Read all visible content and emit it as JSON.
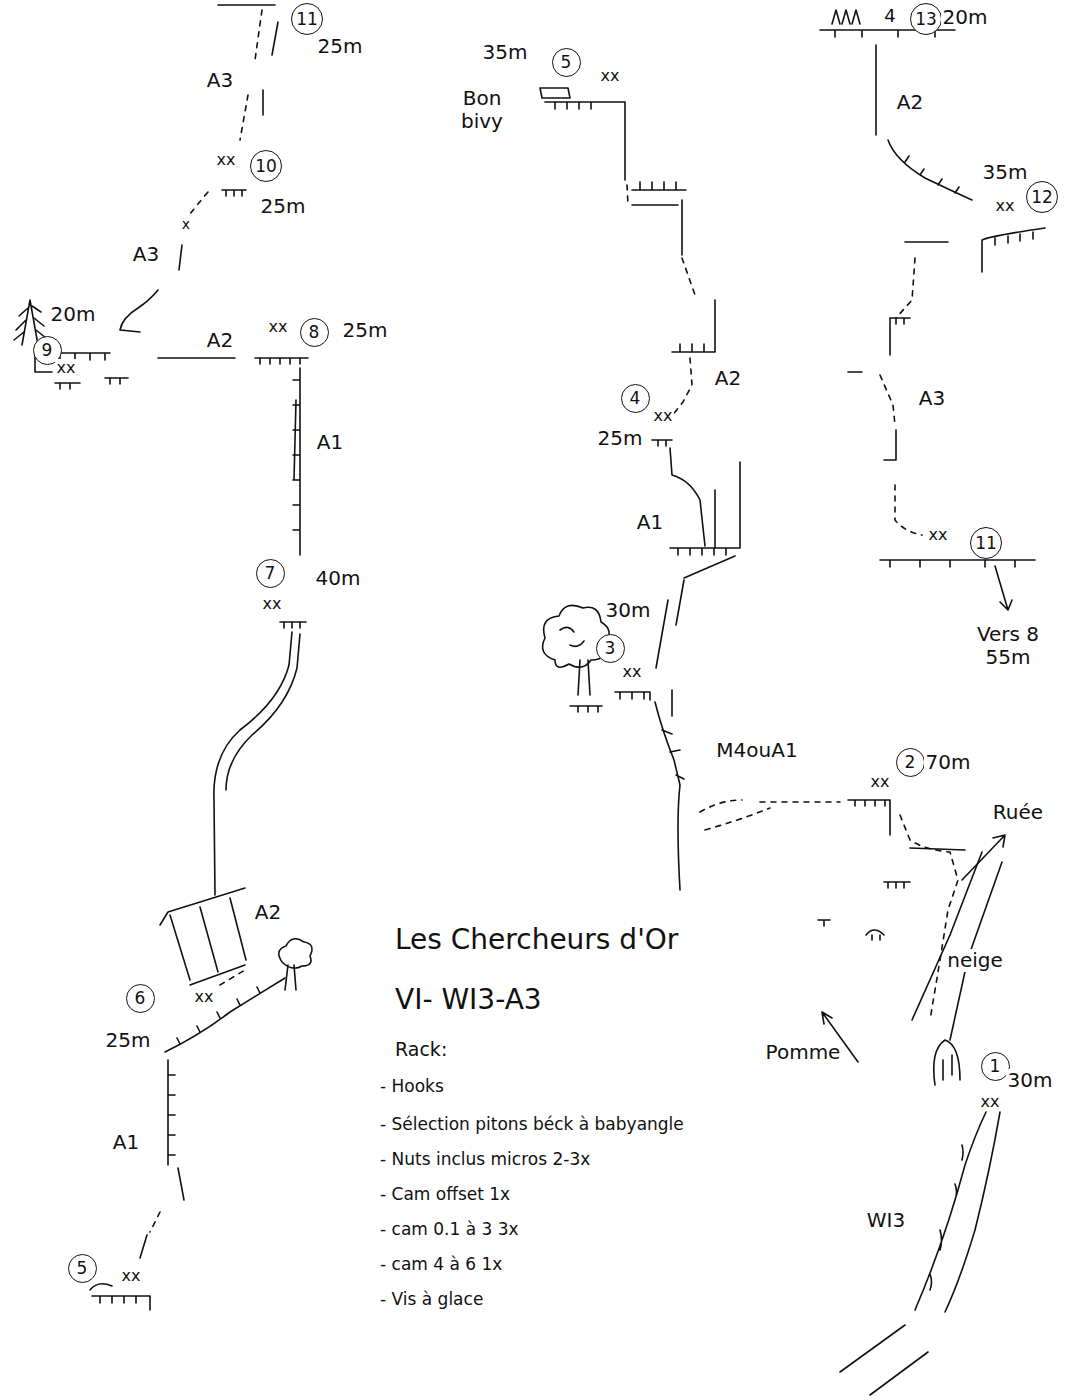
{
  "diagram": {
    "title": "Les Chercheurs d'Or",
    "nodes": [
      {
        "text": [
          "11"
        ]
      },
      {
        "text": [
          "10"
        ]
      },
      {
        "text": [
          "9"
        ]
      },
      {
        "text": [
          "8"
        ]
      },
      {
        "text": [
          "7"
        ]
      },
      {
        "text": [
          "6"
        ]
      },
      {
        "text": [
          "5"
        ]
      },
      {
        "text": [
          "5"
        ]
      },
      {
        "text": [
          "4"
        ]
      },
      {
        "text": [
          "3"
        ]
      },
      {
        "text": [
          "2"
        ]
      },
      {
        "text": [
          "1"
        ]
      },
      {
        "text": [
          "13"
        ]
      },
      {
        "text": [
          "12"
        ]
      },
      {
        "text": [
          "11"
        ]
      }
    ],
    "labels": [
      "25m",
      "A3",
      "xx",
      "25m",
      "x",
      "A3",
      "20m",
      "xx",
      "A2",
      "xx",
      "25m",
      "A1",
      "40m",
      "xx",
      "A2",
      "25m",
      "xx",
      "A1",
      "xx",
      "35m",
      "xx",
      "Bon bivy",
      "A2",
      "xx",
      "25m",
      "A1",
      "30m",
      "xx",
      "M4ouA1",
      "xx",
      "70m",
      "Ruée",
      "neige",
      "Pomme",
      "30m",
      "xx",
      "WI3",
      "4",
      "20m",
      "A2",
      "35m",
      "xx",
      "A3",
      "xx",
      "Vers 8 55m",
      "VI- WI3-A3",
      "Rack:",
      "- Hooks",
      "- Sélection pitons béck à babyangle",
      "- Nuts inclus micros 2-3x",
      "- Cam offset 1x",
      "- cam 0.1 à 3 3x",
      "- cam 4 à 6 1x",
      "- Vis à glace"
    ]
  }
}
